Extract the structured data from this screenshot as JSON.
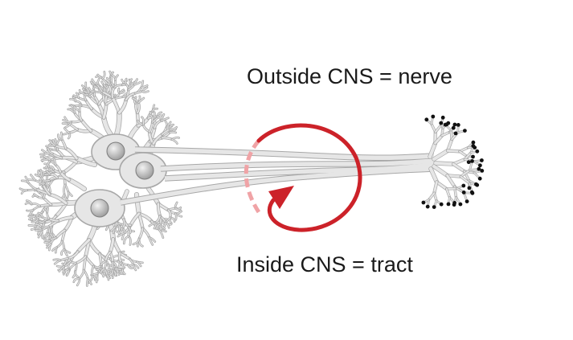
{
  "labels": {
    "outside": "Outside CNS = nerve",
    "inside": "Inside CNS = tract"
  },
  "colors": {
    "background": "#ffffff",
    "neuron_fill": "#e6e6e6",
    "neuron_outline": "#a8a8a8",
    "nucleus": "#9a9a9a",
    "arrow": "#cc2229",
    "arrow_dashed": "#f0a3a6",
    "terminal_dot": "#111111"
  },
  "diagram": {
    "neuron_cell_bodies": 3,
    "axon_bundle_strands": 4,
    "axon_terminal_dots": 40
  }
}
